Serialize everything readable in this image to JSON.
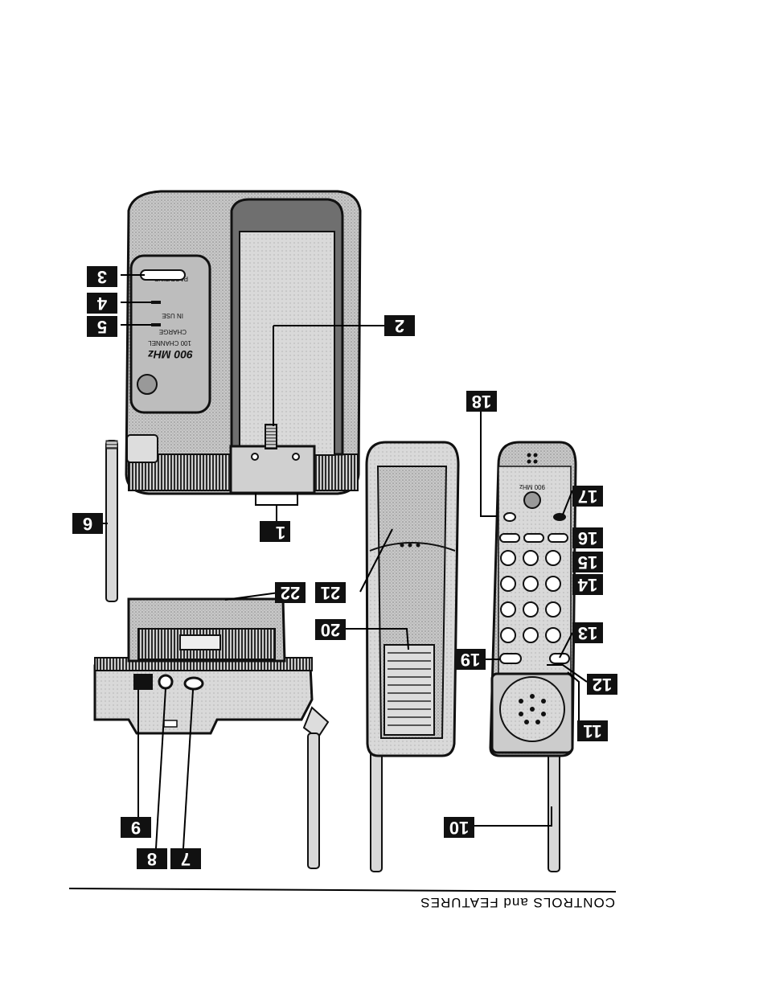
{
  "footer": {
    "title": "CONTROLS and FEATURES"
  },
  "base_panel": {
    "brand": "900 MHz",
    "sub": "100 CHANNEL",
    "label_charge": "CHARGE",
    "label_inuse": "IN USE",
    "label_page": "PAGE/FIND"
  },
  "handset_panel": {
    "brand": "900 MHz"
  },
  "callouts": [
    "1",
    "2",
    "3",
    "4",
    "5",
    "6",
    "7",
    "8",
    "9",
    "10",
    "11",
    "12",
    "13",
    "14",
    "15",
    "16",
    "17",
    "18",
    "19",
    "20",
    "21",
    "22"
  ],
  "colors": {
    "device_fill": "#bdbdbd",
    "device_dark": "#3a3a3a",
    "callout_bg": "#111111",
    "ink": "#000000"
  }
}
